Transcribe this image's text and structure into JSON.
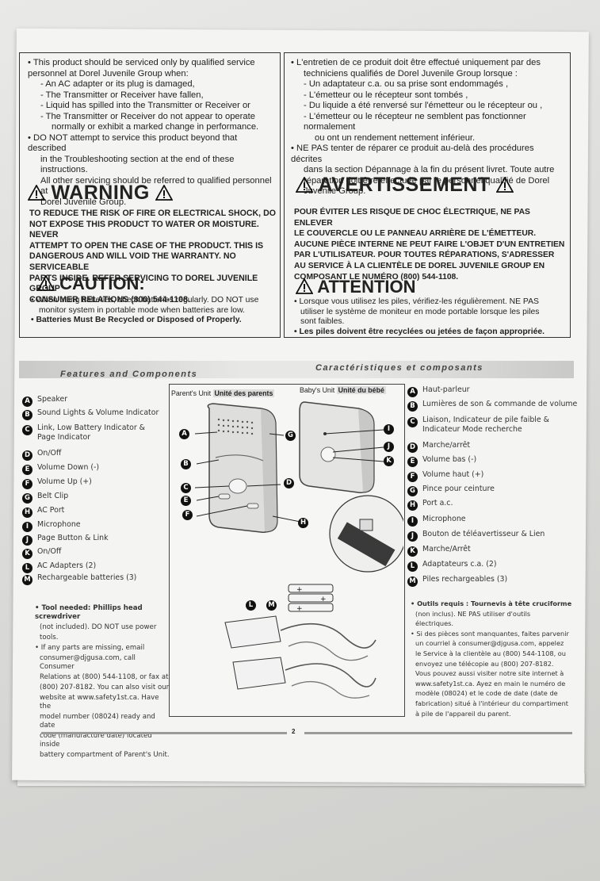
{
  "english": {
    "service_lines": [
      "• This product should be serviced only by qualified service",
      "personnel at Dorel Juvenile Group when:",
      "- An AC adapter or its plug is damaged,",
      "- The Transmitter or Receiver have fallen,",
      "- Liquid has spilled into the Transmitter or Receiver or",
      "- The Transmitter or Receiver do not appear to operate",
      "normally or exhibit a marked change in performance.",
      "• DO NOT attempt to service this product beyond that described",
      "in the Troubleshooting section at the end of these instructions.",
      "All other servicing should be referred to qualified personnel at",
      "Dorel Juvenile Group."
    ],
    "warning_title": "WARNING",
    "warning_lines": [
      "TO REDUCE THE RISK OF FIRE OR ELECTRICAL SHOCK, DO",
      "NOT EXPOSE THIS PRODUCT TO WATER OR MOISTURE. NEVER",
      "ATTEMPT TO OPEN THE CASE OF THE PRODUCT. THIS IS",
      "DANGEROUS AND WILL VOID THE WARRANTY. NO SERVICEABLE",
      "PARTS INSIDE. REFER SERVICING TO DOREL JUVENILE GROUP",
      "CONSUMER RELATIONS (800) 544-1108."
    ],
    "caution_title": "CAUTION:",
    "caution_lines": [
      "• When using batteries, check batteries regularly. DO NOT use",
      "monitor system in portable mode when batteries are low.",
      "• Batteries Must Be Recycled or Disposed of Properly."
    ]
  },
  "french": {
    "service_lines": [
      "• L'entretien de ce produit doit être effectué uniquement par des",
      "techniciens qualifiés de Dorel Juvenile Group lorsque :",
      "- Un adaptateur c.a. ou sa prise sont endommagés ,",
      "- L'émetteur ou le récepteur sont tombés ,",
      "- Du liquide a été renversé sur l'émetteur ou le récepteur ou ,",
      "- L'émetteur ou le récepteur ne semblent pas fonctionner normalement",
      "ou ont un rendement nettement inférieur.",
      "• NE PAS tenter de réparer ce produit au-delà des procédures décrites",
      "dans la section Dépannage à la fin du présent livret. Toute autre",
      "réparation doit être effectuée par le personnel qualifié de Dorel",
      "Juvenile Group."
    ],
    "warning_title": "AVERTISSEMENT",
    "warning_lines": [
      "POUR ÉVITER LES RISQUE DE CHOC ÉLECTRIQUE, NE PAS ENLEVER",
      "LE COUVERCLE OU LE PANNEAU ARRIÈRE DE L'ÉMETTEUR.",
      "AUCUNE PIÈCE INTERNE NE PEUT FAIRE L'OBJET D'UN ENTRETIEN",
      "PAR L'UTILISATEUR. POUR TOUTES RÉPARATIONS, S'ADRESSER",
      "AU SERVICE À LA CLIENTÈLE DE DOREL JUVENILE GROUP EN",
      "COMPOSANT LE NUMÉRO (800) 544-1108."
    ],
    "caution_title": "ATTENTION",
    "caution_lines": [
      "• Lorsque vous utilisez les piles, vérifiez-les régulièrement. NE PAS",
      "utiliser le système de moniteur en mode portable lorsque les piles",
      "sont faibles.",
      "• Les piles doivent être recyclées ou jetées de façon appropriée."
    ]
  },
  "features": {
    "title_en": "Features and Components",
    "title_fr": "Caractéristiques et composants",
    "parent_unit_en": "Parent's Unit",
    "parent_unit_fr": "Unité des parents",
    "baby_unit_en": "Baby's Unit",
    "baby_unit_fr": "Unité du bébé",
    "items_en": [
      {
        "letter": "A",
        "label": "Speaker"
      },
      {
        "letter": "B",
        "label": "Sound Lights & Volume Indicator"
      },
      {
        "letter": "C",
        "label": "Link, Low Battery Indicator &"
      },
      {
        "letter": "",
        "label": "Page Indicator"
      },
      {
        "letter": "D",
        "label": "On/Off"
      },
      {
        "letter": "E",
        "label": "Volume Down (-)"
      },
      {
        "letter": "F",
        "label": "Volume Up (+)"
      },
      {
        "letter": "G",
        "label": "Belt Clip"
      },
      {
        "letter": "H",
        "label": "AC Port"
      },
      {
        "letter": "I",
        "label": "Microphone"
      },
      {
        "letter": "J",
        "label": "Page Button & Link"
      },
      {
        "letter": "K",
        "label": "On/Off"
      },
      {
        "letter": "L",
        "label": "AC Adapters (2)"
      },
      {
        "letter": "M",
        "label": "Rechargeable batteries (3)"
      }
    ],
    "items_fr": [
      {
        "letter": "A",
        "label": "Haut-parleur"
      },
      {
        "letter": "B",
        "label": "Lumières de son & commande de volume"
      },
      {
        "letter": "C",
        "label": "Liaison, Indicateur de pile faible &"
      },
      {
        "letter": "",
        "label": "Indicateur Mode recherche"
      },
      {
        "letter": "D",
        "label": "Marche/arrêt"
      },
      {
        "letter": "E",
        "label": "Volume bas (-)"
      },
      {
        "letter": "F",
        "label": "Volume haut (+)"
      },
      {
        "letter": "G",
        "label": "Pince pour ceinture"
      },
      {
        "letter": "H",
        "label": "Port a.c."
      },
      {
        "letter": "I",
        "label": "Microphone"
      },
      {
        "letter": "J",
        "label": "Bouton de téléavertisseur & Lien"
      },
      {
        "letter": "K",
        "label": "Marche/Arrêt"
      },
      {
        "letter": "L",
        "label": "Adaptateurs c.a. (2)"
      },
      {
        "letter": "M",
        "label": "Piles rechargeables (3)"
      }
    ],
    "notes_en": [
      "• Tool needed: Phillips head screwdriver",
      "(not included). DO NOT use power",
      "tools.",
      "• If any parts are missing, email",
      "consumer@djgusa.com, call Consumer",
      "Relations at (800) 544-1108, or fax at",
      "(800) 207-8182. You can also visit our",
      "website at www.safety1st.ca. Have the",
      "model number (08024) ready and date",
      "code (manufacture date) located inside",
      "battery compartment of Parent's Unit."
    ],
    "notes_fr": [
      "• Outils requis : Tournevis à tête cruciforme",
      "(non inclus). NE PAS utiliser d'outils",
      "électriques.",
      "• Si des pièces sont manquantes, faites parvenir",
      "un courriel à consumer@djgusa.com, appelez",
      "le Service à la clientèle au (800) 544-1108, ou",
      "envoyez une télécopie au (800) 207-8182.",
      "Vous pouvez aussi visiter notre site internet à",
      "www.safety1st.ca. Ayez en main le numéro de",
      "modèle (08024) et le code de date (date de",
      "fabrication) situé à l'intérieur du compartiment",
      "à pile de l'appareil du parent."
    ],
    "callouts": [
      "A",
      "B",
      "C",
      "D",
      "E",
      "F",
      "G",
      "H",
      "I",
      "J",
      "K",
      "L",
      "M"
    ]
  },
  "page_number": "2"
}
